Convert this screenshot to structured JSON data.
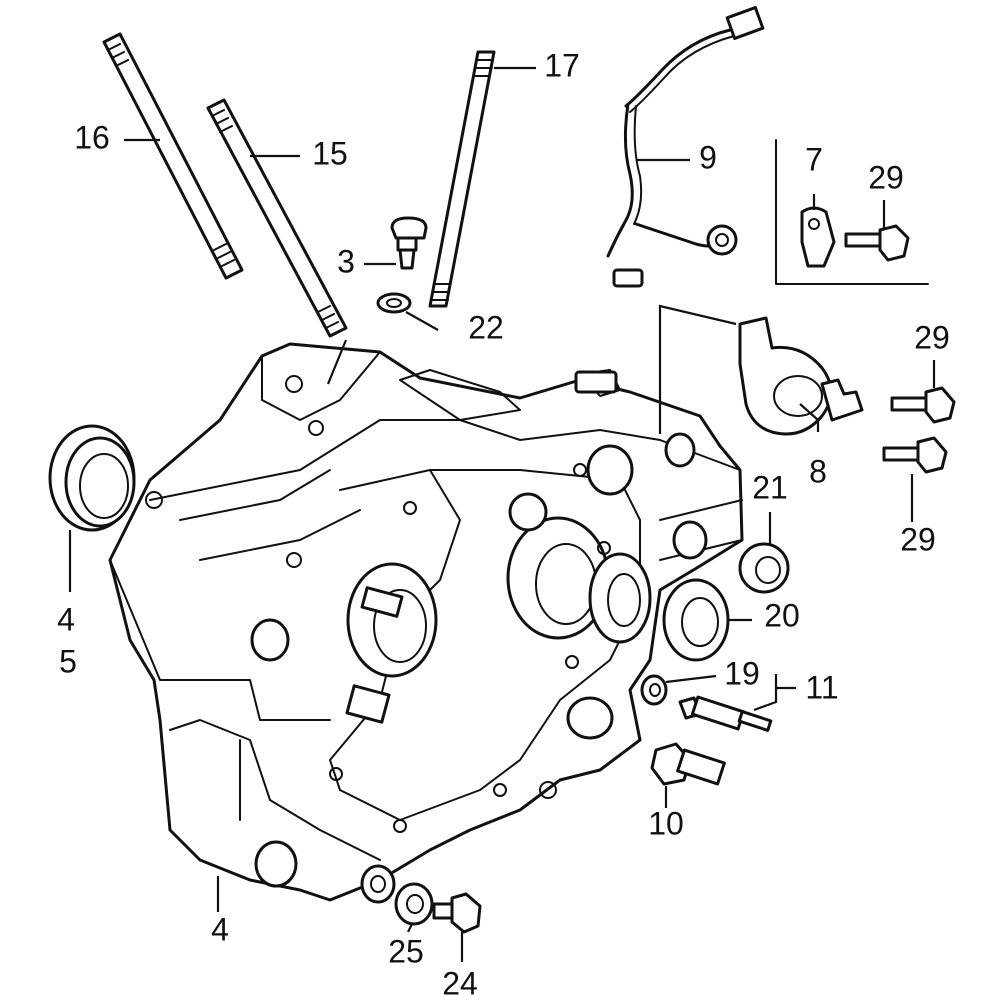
{
  "callouts": {
    "c3": "3",
    "c4a": "4",
    "c4b": "4",
    "c5": "5",
    "c7": "7",
    "c8": "8",
    "c9": "9",
    "c10": "10",
    "c11": "11",
    "c15": "15",
    "c16": "16",
    "c17": "17",
    "c19": "19",
    "c20": "20",
    "c21": "21",
    "c22": "22",
    "c24": "24",
    "c25": "25",
    "c29a": "29",
    "c29b": "29",
    "c29c": "29"
  }
}
